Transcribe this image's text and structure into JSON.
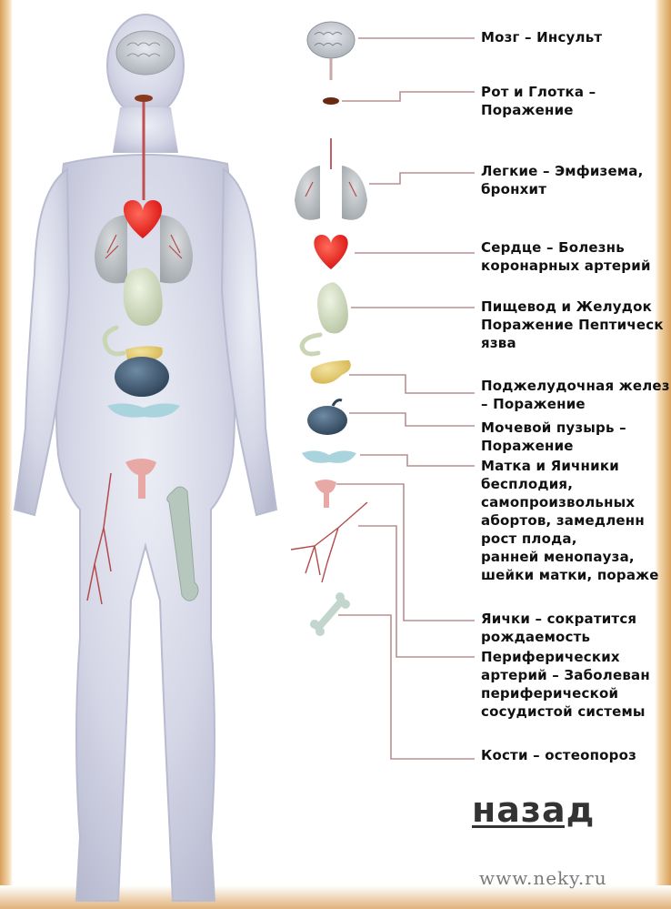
{
  "labels": [
    {
      "text": "Мозг – Инсульт"
    },
    {
      "text": "Рот и Глотка –\nПоражение"
    },
    {
      "text": "Легкие – Эмфизема,\nбронхит"
    },
    {
      "text": "Сердце – Болезнь\nкоронарных артерий"
    },
    {
      "text": "Пищевод и Желудок\nПоражение Пептическ\nязва"
    },
    {
      "text": "Поджелудочная желез\n– Поражение"
    },
    {
      "text": "Мочевой пузырь –\nПоражение"
    },
    {
      "text": "Матка и Яичники\nбесплодия,\nсамопроизвольных\nабортов, замедленн\nрост плода,\nранней менопауза,\nшейки матки, пораже"
    },
    {
      "text": "Яички – сократится\nрождаемость"
    },
    {
      "text": "Периферических\nартерий – Заболеван\nпериферической\nсосудистой системы"
    },
    {
      "text": "Кости – остеопороз"
    }
  ],
  "back_link": "назад",
  "watermark": "www.neky.ru"
}
